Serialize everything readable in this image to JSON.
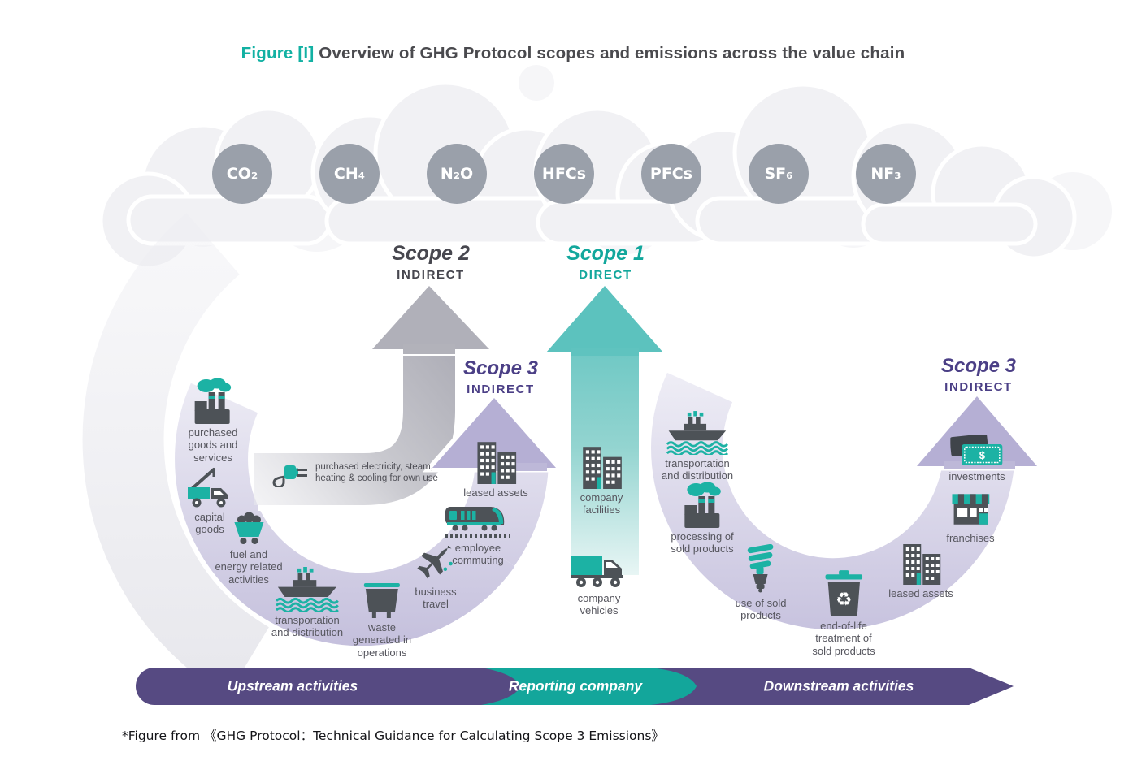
{
  "title": {
    "tag": "Figure [I]",
    "text": " Overview of GHG Protocol scopes and emissions across the value chain"
  },
  "gases": [
    "CO₂",
    "CH₄",
    "N₂O",
    "HFCs",
    "PFCs",
    "SF₆",
    "NF₃"
  ],
  "scopes": {
    "scope2": {
      "name": "Scope 2",
      "kind": "INDIRECT"
    },
    "scope1": {
      "name": "Scope 1",
      "kind": "DIRECT"
    },
    "scope3_upstream": {
      "name": "Scope 3",
      "kind": "INDIRECT"
    },
    "scope3_downstream": {
      "name": "Scope 3",
      "kind": "INDIRECT"
    }
  },
  "upstream_note": "purchased electricity, steam,\nheating & cooling for own use",
  "categories": {
    "upstream": [
      {
        "icon": "factory-cloud",
        "label": "purchased\ngoods and\nservices"
      },
      {
        "icon": "crane-truck",
        "label": "capital\ngoods"
      },
      {
        "icon": "mine-cart",
        "label": "fuel and\nenergy related\nactivities"
      },
      {
        "icon": "ship",
        "label": "transportation\nand distribution"
      },
      {
        "icon": "dumpster",
        "label": "waste\ngenerated in\noperations"
      },
      {
        "icon": "airplane",
        "label": "business\ntravel"
      },
      {
        "icon": "train",
        "label": "employee\ncommuting"
      },
      {
        "icon": "buildings",
        "label": "leased assets"
      }
    ],
    "reporting": [
      {
        "icon": "buildings",
        "label": "company\nfacilities"
      },
      {
        "icon": "truck",
        "label": "company\nvehicles"
      }
    ],
    "downstream": [
      {
        "icon": "ship",
        "label": "transportation\nand distribution"
      },
      {
        "icon": "factory-cloud",
        "label": "processing of\nsold products"
      },
      {
        "icon": "cfl-bulb",
        "label": "use of sold\nproducts"
      },
      {
        "icon": "recycle-bin",
        "label": "end-of-life\ntreatment of\nsold products"
      },
      {
        "icon": "buildings",
        "label": "leased assets"
      },
      {
        "icon": "storefront",
        "label": "franchises"
      },
      {
        "icon": "money",
        "label": "investments"
      }
    ]
  },
  "timeline": {
    "upstream": "Upstream activities",
    "reporting": "Reporting company",
    "downstream": "Downstream activities"
  },
  "footnote": "*Figure from 《GHG Protocol：Technical Guidance for Calculating Scope 3 Emissions》",
  "colors": {
    "teal": "#13a69b",
    "bar_purple": "#564a82",
    "scope3_purple": "#4b3f86",
    "lavender": "#c5c0dd",
    "gray_arrow": "#b2b2ba",
    "gas_gray": "#9aa0aa",
    "icon_dark": "#4d5257",
    "cloud_gray": "#f1f1f4"
  }
}
